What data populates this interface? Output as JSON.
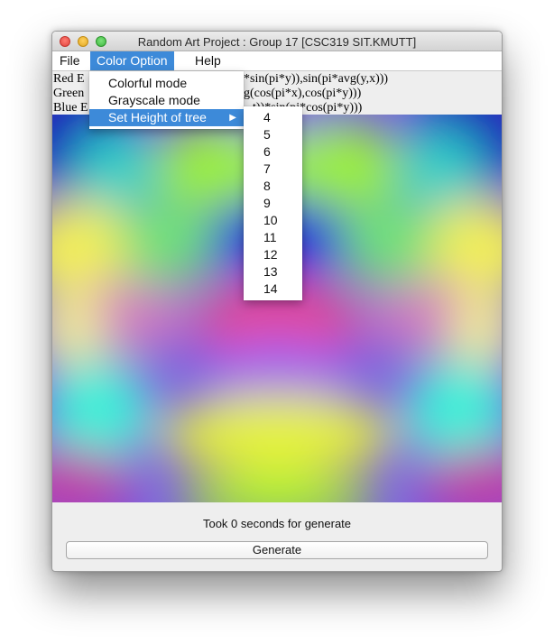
{
  "window": {
    "title": "Random Art Project : Group 17 [CSC319 SIT.KMUTT]"
  },
  "menubar": {
    "file": "File",
    "color_option": "Color Option",
    "help": "Help"
  },
  "expressions": {
    "red": "Red Expression: ...*sin(pi*y)),sin(pi*avg(y,x)))",
    "green": "Green Expression: ...g(cos(pi*x),cos(pi*y)))",
    "blue": "Blue Expression: ...t))*sin(pi*cos(pi*y)))",
    "red_visible_left": "Red E",
    "red_visible_right": "*sin(pi*y)),sin(pi*avg(y,x)))",
    "green_visible_left": "Green",
    "green_visible_right": "g(cos(pi*x),cos(pi*y)))",
    "blue_visible_left": "Blue E",
    "blue_visible_right": "t))*sin(pi*cos(pi*y)))"
  },
  "color_option_menu": {
    "items": [
      "Colorful mode",
      "Grayscale mode",
      "Set Height of tree"
    ],
    "active_item": "Set Height of tree"
  },
  "tree_height_submenu": {
    "items": [
      "4",
      "5",
      "6",
      "7",
      "8",
      "9",
      "10",
      "11",
      "12",
      "13",
      "14"
    ]
  },
  "status": {
    "message": "Took 0 seconds for generate"
  },
  "generate_button": {
    "label": "Generate"
  },
  "colors": {
    "menu_highlight": "#3d8ad9",
    "window_bg": "#eeeeee"
  }
}
